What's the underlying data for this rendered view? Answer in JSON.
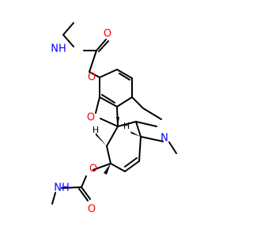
{
  "molecule": {
    "atoms": {
      "nh_top": "NH",
      "o_carbonyl_top": "O",
      "o_ester_top": "O",
      "o_ether_ring": "O",
      "n_ring": "N",
      "o_ester_bottom": "O",
      "nh_bottom": "NH",
      "o_carbonyl_bottom": "O",
      "h_stereo_left": "H",
      "h_stereo_right": "H"
    }
  },
  "colors": {
    "bond": "#000000",
    "oxygen": "#ff0000",
    "nitrogen": "#0000ff",
    "hydrogen_stereo": "#000000"
  }
}
